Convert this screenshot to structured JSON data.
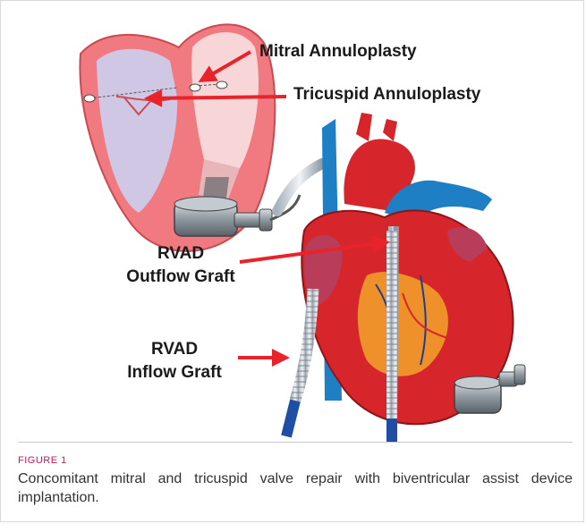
{
  "labels": {
    "mitral": "Mitral Annuloplasty",
    "tricuspid": "Tricuspid Annuloplasty",
    "rvad_outflow_line1": "RVAD",
    "rvad_outflow_line2": "Outflow Graft",
    "rvad_inflow_line1": "RVAD",
    "rvad_inflow_line2": "Inflow Graft"
  },
  "figure": {
    "label": "FIGURE 1",
    "caption": "Concomitant mitral and tricuspid valve repair with biventricular assist device implantation."
  },
  "colors": {
    "arrow": "#e8232a",
    "heart_red": "#d7262b",
    "vessel_blue": "#1f7fc4",
    "ventricle_pink": "#f07a80",
    "ventricle_lavender": "#cfc7e4",
    "figure_label": "#c2185b"
  }
}
